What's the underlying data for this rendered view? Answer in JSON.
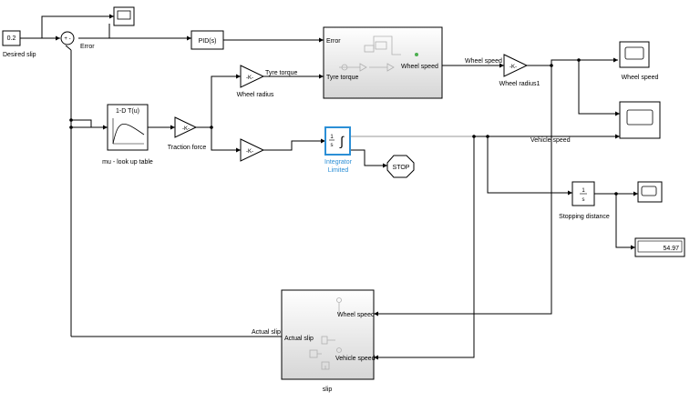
{
  "blocks": {
    "desired_slip_value": "0.2",
    "desired_slip_label": "Desired slip",
    "sum_signs": "+ -",
    "error_label": "Error",
    "pid_label": "PID(s)",
    "lookup_title": "1-D T(u)",
    "lookup_label": "mu - look up table",
    "traction_gain": "-K-",
    "traction_label": "Traction force",
    "wheel_radius_gain": "-K-",
    "wheel_radius_label": "Wheel radius",
    "mass_gain": "-K-",
    "integrator_num": "1",
    "integrator_den": "s",
    "integrator_symbol": "∫",
    "integrator_label_line1": "Integrator",
    "integrator_label_line2": "Limited",
    "stop_label": "STOP",
    "wheel_radius1_gain": "-K-",
    "wheel_radius1_label": "Wheel radius1",
    "scope_wheel_speed_label": "Wheel speed",
    "stopping_num": "1",
    "stopping_den": "s",
    "stopping_label": "Stopping distance",
    "display_value": "54.97",
    "slip_label": "slip"
  },
  "subsystem_wheel": {
    "in_error": "Error",
    "in_tyre_torque": "Tyre torque",
    "out_wheel_speed": "Wheel speed"
  },
  "subsystem_slip": {
    "in_wheel_speed": "Wheel speed",
    "in_vehicle_speed": "Vehicle speed",
    "out_actual_slip": "Actual slip"
  },
  "signals": {
    "tyre_torque": "Tyre torque",
    "wheel_speed": "Wheel speed",
    "vehicle_speed": "Vehicle speed",
    "actual_slip": "Actual slip"
  },
  "colors": {
    "integrator_highlight": "#2b8fd6",
    "integrator_label": "#2b8fd6",
    "subsystem_fill_top": "#ffffff",
    "subsystem_fill_bottom": "#d8d8d8",
    "wire": "#000000"
  }
}
